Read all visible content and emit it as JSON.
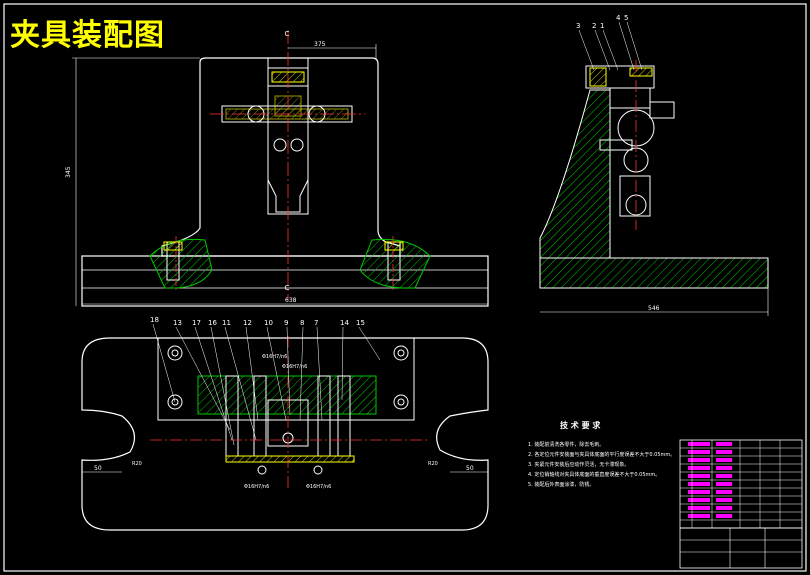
{
  "title": "夹具装配图",
  "dimensions": {
    "top_width": "375",
    "height_left": "345",
    "base_width": "638",
    "side_width": "546",
    "slot_left": "50",
    "slot_right": "50",
    "r_left": "R20",
    "r_right": "R20",
    "fit_left": "Φ16H7/n6",
    "fit_right": "Φ16H7/n6",
    "fit_mid1": "Φ16H7/n6",
    "fit_mid2": "Φ16H7/n6"
  },
  "section_mark": "C",
  "balloons_plan": [
    "18",
    "13",
    "17",
    "16",
    "11",
    "12",
    "10",
    "9",
    "8",
    "7",
    "14",
    "15"
  ],
  "balloons_side": [
    "3",
    "2",
    "1",
    "4",
    "5"
  ],
  "tech_requirements": {
    "heading": "技 术 要 求",
    "items": [
      "1. 装配前清洗各零件，除去毛刺。",
      "2. 各定位元件安装面与夹具体底面的平行度误差不大于0.05mm。",
      "3. 夹紧元件安装后应动作灵活，无卡滞现象。",
      "4. 定位销轴线对夹具体底面的垂直度误差不大于0.05mm。",
      "5. 装配后外表面涂漆，防锈。"
    ]
  },
  "colors": {
    "background": "#000000",
    "outline": "#ffffff",
    "hatch": "#00c800",
    "centerline": "#ff3030",
    "dimension": "#ffffff",
    "balloon": "#ffff00",
    "title": "#ffff00",
    "table_text": "#ff00ff"
  }
}
